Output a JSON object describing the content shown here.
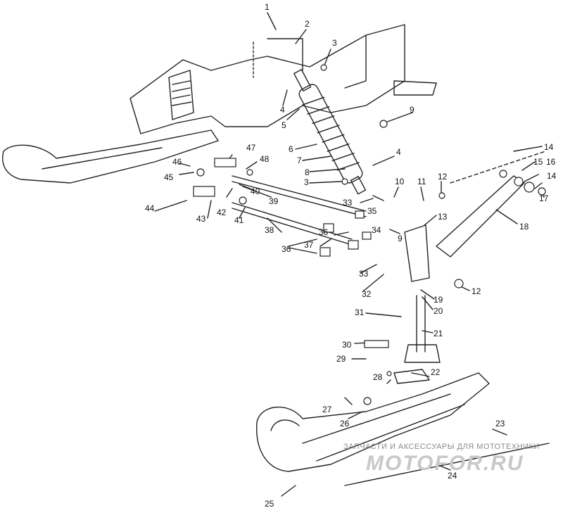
{
  "diagram": {
    "part_labels": [
      "1",
      "2",
      "3",
      "4",
      "5",
      "6",
      "7",
      "8",
      "3",
      "4",
      "9",
      "10",
      "11",
      "12",
      "13",
      "14",
      "15",
      "16",
      "14",
      "17",
      "18",
      "12",
      "19",
      "20",
      "21",
      "22",
      "23",
      "24",
      "25",
      "26",
      "27",
      "28",
      "29",
      "30",
      "31",
      "32",
      "33",
      "33",
      "34",
      "35",
      "36",
      "37",
      "36",
      "38",
      "39",
      "40",
      "41",
      "42",
      "43",
      "44",
      "45",
      "46",
      "47",
      "48",
      "9"
    ]
  },
  "watermark": {
    "caption": "ЗАПЧАСТИ И АКСЕССУАРЫ ДЛЯ МОТОТЕХНИКИ",
    "site": "MOTOFOR.RU"
  }
}
